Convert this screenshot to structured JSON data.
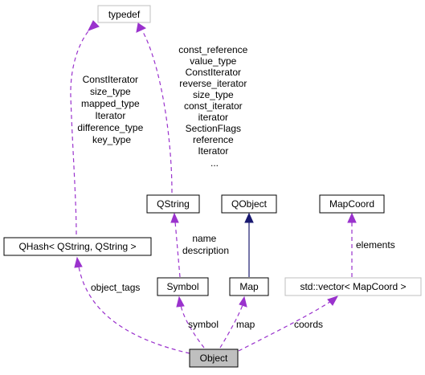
{
  "colors": {
    "usage_edge": "#9a32cd",
    "inheritance_edge": "#191970",
    "focus_fill": "#bfbfbf",
    "gray_border": "#bfbfbf"
  },
  "nodes": {
    "typedef": "typedef",
    "qhash": "QHash< QString, QString >",
    "qstring": "QString",
    "qobject": "QObject",
    "mapcoord": "MapCoord",
    "symbol": "Symbol",
    "map": "Map",
    "vector": "std::vector< MapCoord >",
    "object": "Object"
  },
  "edge_labels": {
    "qhash_typedef": [
      "ConstIterator",
      "size_type",
      "mapped_type",
      "Iterator",
      "difference_type",
      "key_type"
    ],
    "qstring_typedef": [
      "const_reference",
      "value_type",
      "ConstIterator",
      "reverse_iterator",
      "size_type",
      "const_iterator",
      "iterator",
      "SectionFlags",
      "reference",
      "Iterator",
      "..."
    ],
    "symbol_qstring": [
      "name",
      "description"
    ],
    "vector_mapcoord": "elements",
    "object_qhash": "object_tags",
    "object_symbol": "symbol",
    "object_map": "map",
    "object_vector": "coords"
  }
}
